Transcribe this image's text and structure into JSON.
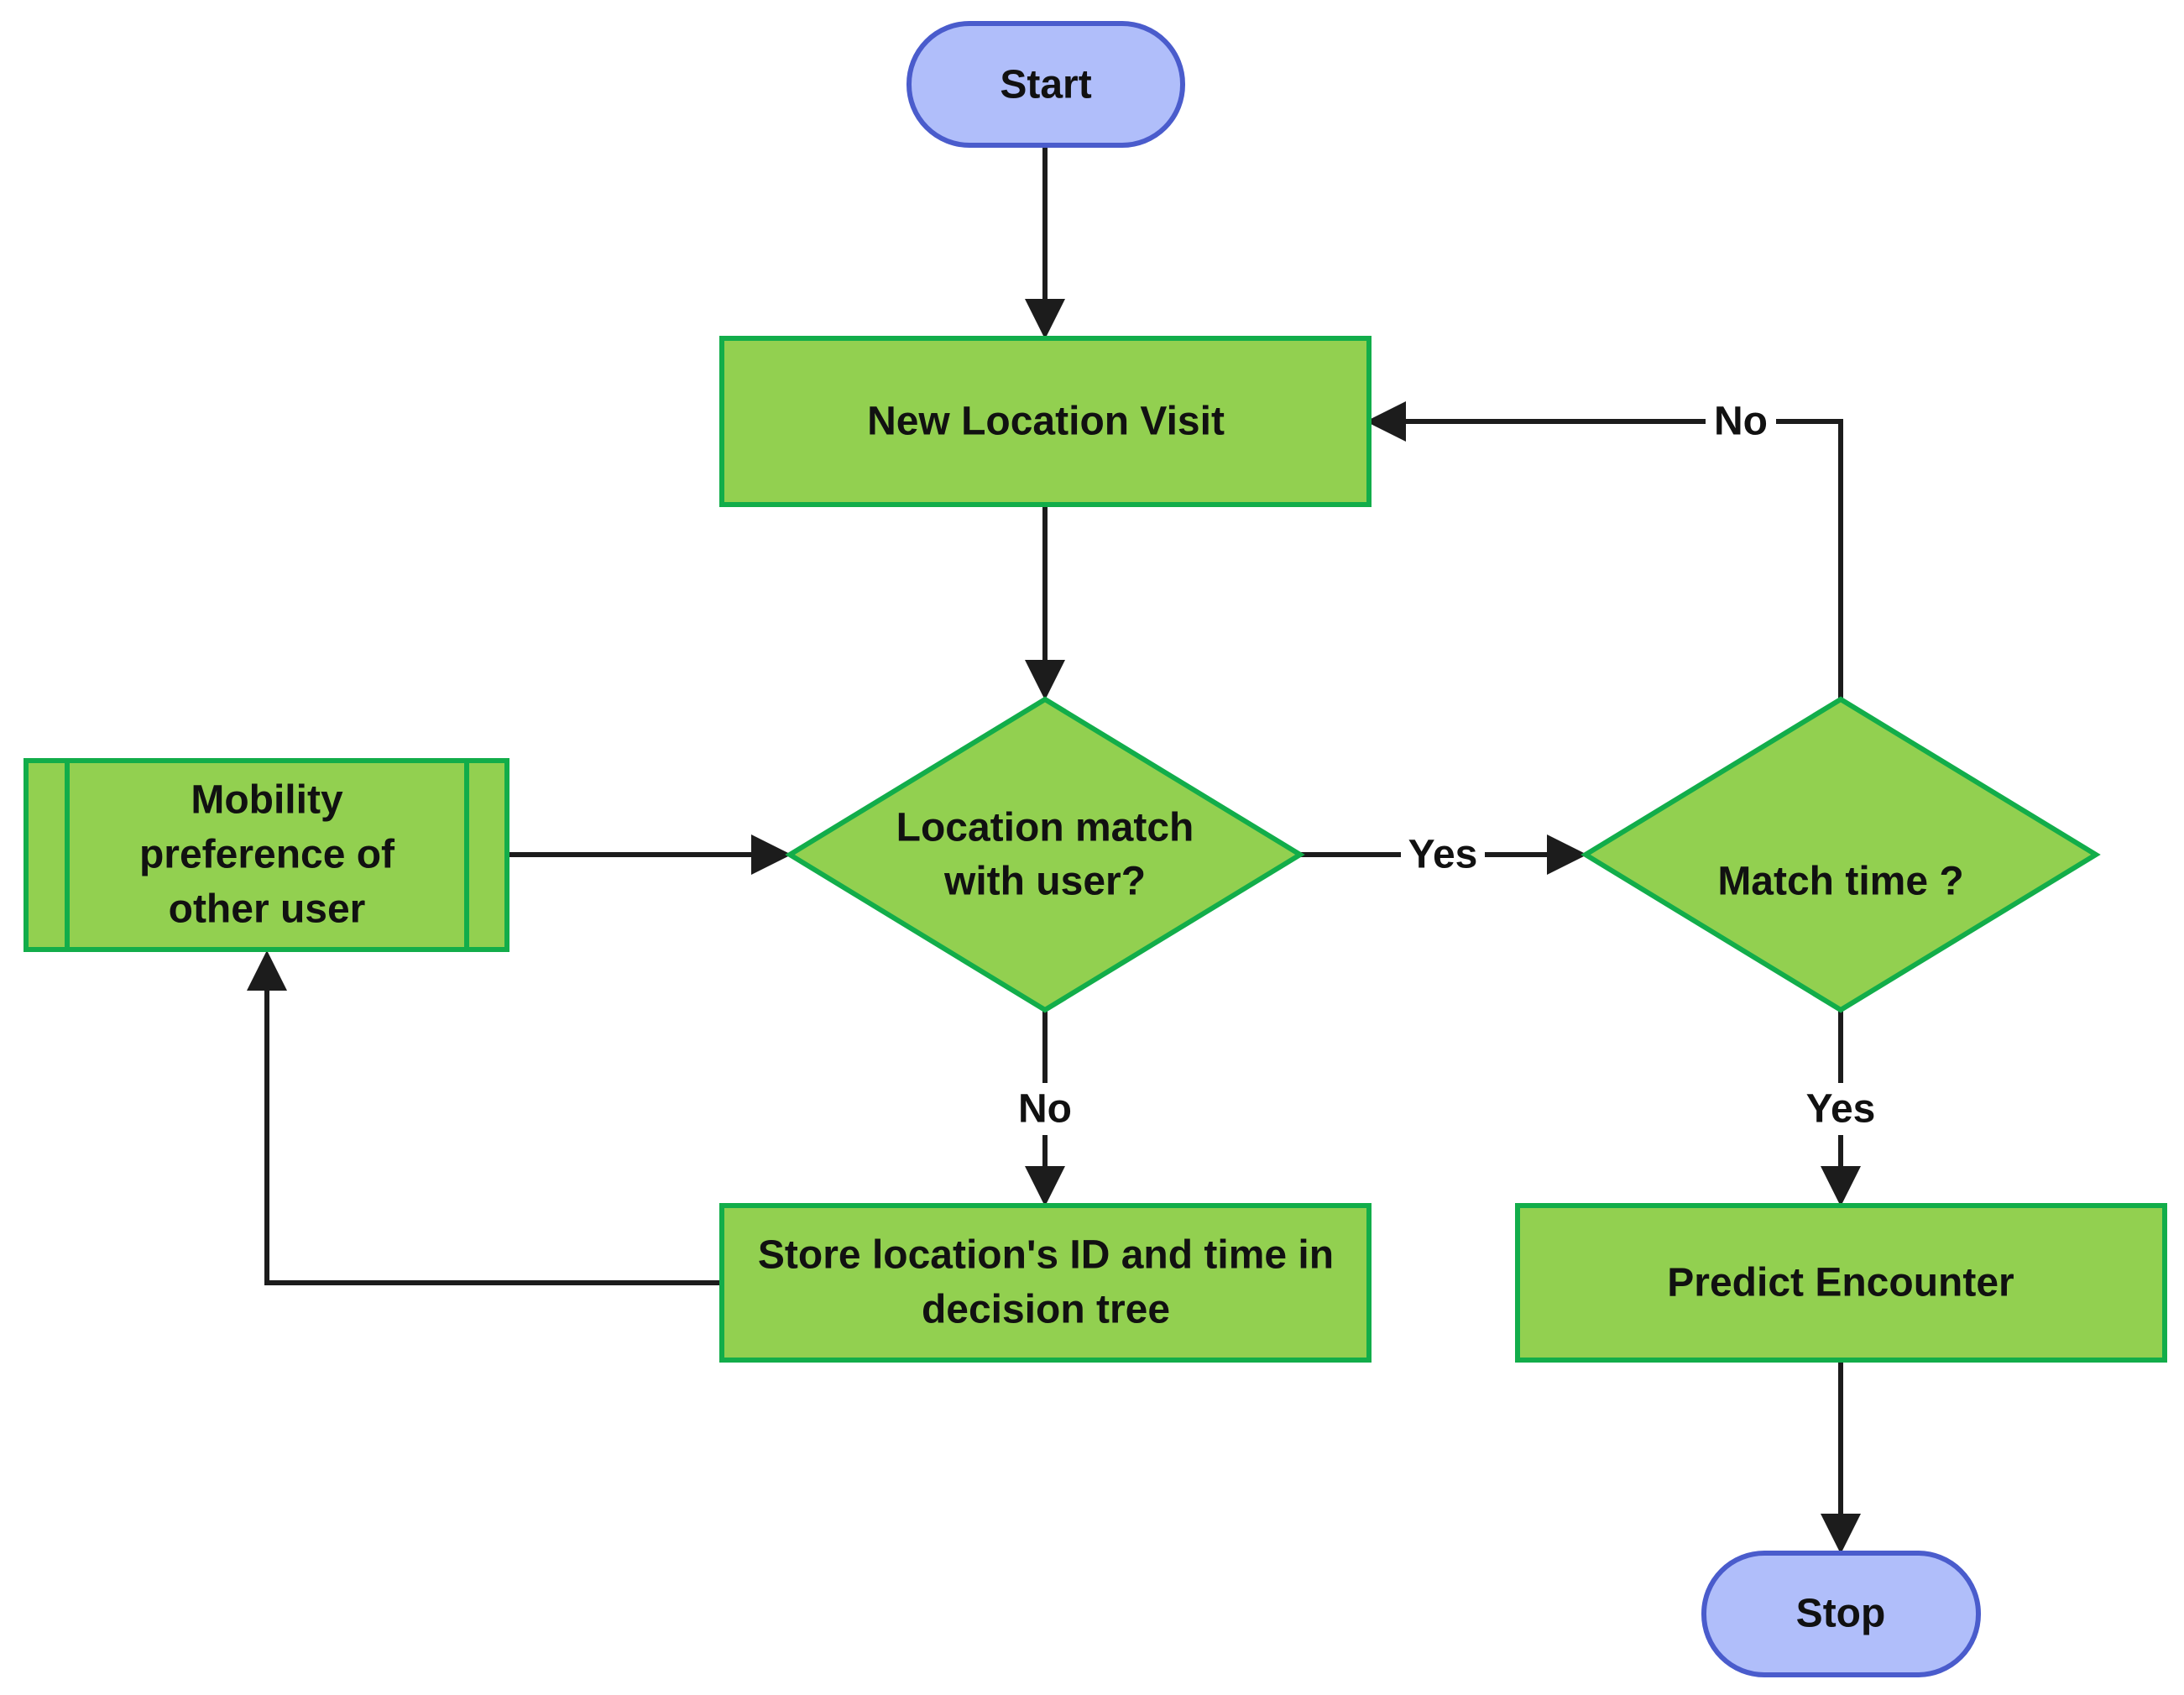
{
  "colors": {
    "terminal_fill": "#b0befa",
    "terminal_stroke": "#4a5ccc",
    "process_fill": "#92d050",
    "process_stroke": "#12ad4a",
    "line": "#1c1c1c"
  },
  "nodes": {
    "start": {
      "shape": "terminal",
      "lines": [
        "Start"
      ]
    },
    "new_location_visit": {
      "shape": "process",
      "lines": [
        "New Location Visit"
      ]
    },
    "mobility_preference": {
      "shape": "subprocess",
      "lines": [
        "Mobility",
        "preference of",
        "other user"
      ]
    },
    "location_match": {
      "shape": "decision",
      "lines": [
        "Location match",
        "with user?"
      ]
    },
    "match_time": {
      "shape": "decision",
      "lines": [
        "Match time ?"
      ]
    },
    "store_location": {
      "shape": "process",
      "lines": [
        "Store location's ID and time in",
        "decision tree"
      ]
    },
    "predict_encounter": {
      "shape": "process",
      "lines": [
        "Predict Encounter"
      ]
    },
    "stop": {
      "shape": "terminal",
      "lines": [
        "Stop"
      ]
    }
  },
  "edges": {
    "start_to_visit": {
      "from": "start",
      "to": "new_location_visit",
      "label": ""
    },
    "visit_to_match": {
      "from": "new_location_visit",
      "to": "location_match",
      "label": ""
    },
    "mobility_to_match": {
      "from": "mobility_preference",
      "to": "location_match",
      "label": ""
    },
    "match_to_time": {
      "from": "location_match",
      "to": "match_time",
      "label": "Yes"
    },
    "time_to_visit": {
      "from": "match_time",
      "to": "new_location_visit",
      "label": "No"
    },
    "match_to_store": {
      "from": "location_match",
      "to": "store_location",
      "label": "No"
    },
    "time_to_predict": {
      "from": "match_time",
      "to": "predict_encounter",
      "label": "Yes"
    },
    "store_to_mobility": {
      "from": "store_location",
      "to": "mobility_preference",
      "label": ""
    },
    "predict_to_stop": {
      "from": "predict_encounter",
      "to": "stop",
      "label": ""
    }
  }
}
